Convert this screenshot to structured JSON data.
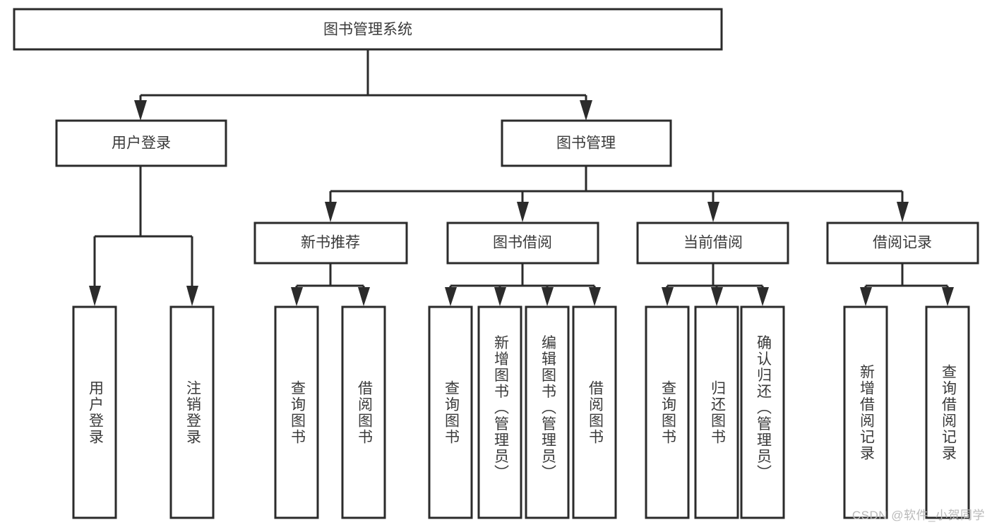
{
  "diagram": {
    "type": "tree-hierarchy-flowchart",
    "title": "图书管理系统",
    "orientation": "top-down",
    "colors": {
      "background": "#ffffff",
      "box_fill": "#ffffff",
      "box_stroke": "#2b2b2b",
      "text": "#3a3a3a",
      "watermark": "#b9b9b9"
    },
    "levels": {
      "root": {
        "label": "图书管理系统"
      },
      "level2": [
        {
          "label": "用户登录"
        },
        {
          "label": "图书管理"
        }
      ],
      "level3": [
        {
          "label": "新书推荐"
        },
        {
          "label": "图书借阅"
        },
        {
          "label": "当前借阅"
        },
        {
          "label": "借阅记录"
        }
      ],
      "leaves": {
        "user_login": [
          {
            "label": "用户登录"
          },
          {
            "label": "注销登录"
          }
        ],
        "new_book_recommend": [
          {
            "label": "查询图书"
          },
          {
            "label": "借阅图书"
          }
        ],
        "book_borrow": [
          {
            "label": "查询图书"
          },
          {
            "label": "新增图书（管理员）"
          },
          {
            "label": "编辑图书（管理员）"
          },
          {
            "label": "借阅图书"
          }
        ],
        "current_borrow": [
          {
            "label": "查询图书"
          },
          {
            "label": "归还图书"
          },
          {
            "label": "确认归还（管理员）"
          }
        ],
        "borrow_record": [
          {
            "label": "新增借阅记录"
          },
          {
            "label": "查询借阅记录"
          }
        ]
      }
    }
  },
  "watermark": {
    "text": "CSDN @软件_小贺同学"
  }
}
